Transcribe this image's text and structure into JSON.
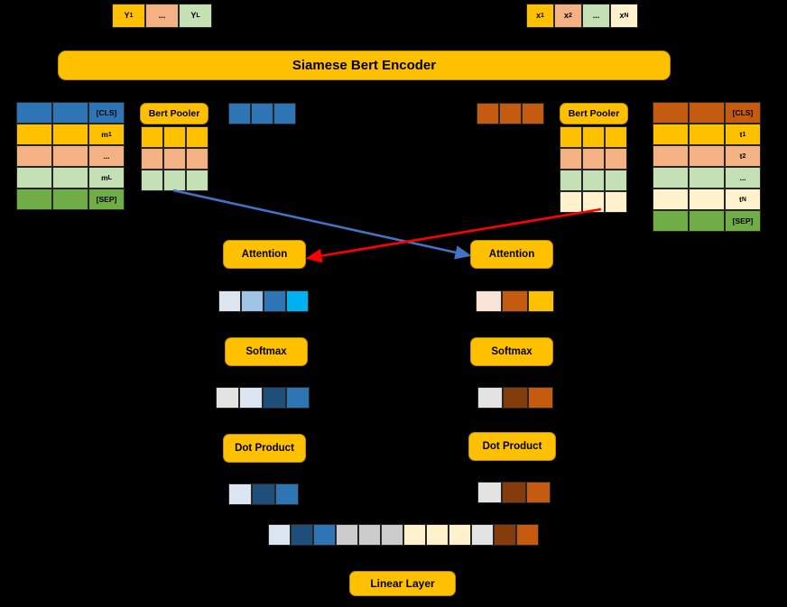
{
  "diagram": {
    "title": "Siamese Bert Encoder attention architecture",
    "colors": {
      "gold": "#FFC000",
      "gold_border": "#BF8F00",
      "blue": "#2E75B6",
      "dark_orange": "#C55A11",
      "peach": "#F4B183",
      "light_green": "#C5E0B4",
      "green": "#70AD47",
      "cream": "#FFF2CC",
      "blue_arrow": "#4472C4",
      "red_arrow": "#FF0000",
      "background": "#000000"
    },
    "top_sequences": {
      "left": {
        "name": "summary-token-sequence",
        "cells": [
          {
            "label": "Y",
            "sub": "1",
            "color": "#FFC000"
          },
          {
            "label": "...",
            "sub": "",
            "color": "#F4B183"
          },
          {
            "label": "Y",
            "sub": "L",
            "color": "#C5E0B4"
          }
        ]
      },
      "right": {
        "name": "input-token-sequence",
        "cells": [
          {
            "label": "x",
            "sub": "1",
            "color": "#FFC000"
          },
          {
            "label": "x",
            "sub": "2",
            "color": "#F4B183"
          },
          {
            "label": "...",
            "sub": "",
            "color": "#C5E0B4"
          },
          {
            "label": "x",
            "sub": "N",
            "color": "#FFF2CC"
          }
        ]
      }
    },
    "encoder": {
      "label": "Siamese Bert Encoder"
    },
    "pooler": {
      "left_label": "Bert Pooler",
      "right_label": "Bert Pooler"
    },
    "embedding_matrix_left": {
      "name": "left-embedding-matrix",
      "columns": 3,
      "rows": [
        {
          "label": "[CLS]",
          "sub": "",
          "color": "#2E75B6"
        },
        {
          "label": "m",
          "sub": "1",
          "color": "#FFC000"
        },
        {
          "label": "...",
          "sub": "",
          "color": "#F4B183"
        },
        {
          "label": "m",
          "sub": "L",
          "color": "#C5E0B4"
        },
        {
          "label": "[SEP]",
          "sub": "",
          "color": "#70AD47"
        }
      ]
    },
    "embedding_matrix_right": {
      "name": "right-embedding-matrix",
      "columns": 3,
      "rows": [
        {
          "label": "[CLS]",
          "sub": "",
          "color": "#C55A11"
        },
        {
          "label": "t",
          "sub": "1",
          "color": "#FFC000"
        },
        {
          "label": "t",
          "sub": "2",
          "color": "#F4B183"
        },
        {
          "label": "...",
          "sub": "",
          "color": "#C5E0B4"
        },
        {
          "label": "t",
          "sub": "N",
          "color": "#FFF2CC"
        },
        {
          "label": "[SEP]",
          "sub": "",
          "color": "#70AD47"
        }
      ]
    },
    "pooler_matrix_left": {
      "name": "left-pooler-matrix",
      "columns": 3,
      "rows": [
        {
          "color": "#FFC000"
        },
        {
          "color": "#F4B183"
        },
        {
          "color": "#C5E0B4"
        }
      ]
    },
    "pooler_matrix_right": {
      "name": "right-pooler-matrix",
      "columns": 3,
      "rows": [
        {
          "color": "#FFC000"
        },
        {
          "color": "#F4B183"
        },
        {
          "color": "#C5E0B4"
        },
        {
          "color": "#FFF2CC"
        }
      ]
    },
    "cls_vector_left": {
      "name": "left-cls-vector",
      "cells": [
        "#2E75B6",
        "#2E75B6",
        "#2E75B6"
      ]
    },
    "cls_vector_right": {
      "name": "right-cls-vector",
      "cells": [
        "#C55A11",
        "#C55A11",
        "#C55A11"
      ]
    },
    "attention": {
      "left_label": "Attention",
      "right_label": "Attention"
    },
    "attention_out_left": {
      "name": "left-attention-output",
      "cells": [
        "#DCE6F1",
        "#9DC3E6",
        "#2E75B6",
        "#00B0F0"
      ]
    },
    "attention_out_right": {
      "name": "right-attention-output",
      "cells": [
        "#F8E3D6",
        "#C55A11",
        "#FFC000"
      ]
    },
    "softmax": {
      "left_label": "Softmax",
      "right_label": "Softmax"
    },
    "softmax_out_left": {
      "name": "left-softmax-output",
      "cells": [
        "#E3E3E3",
        "#DCE6F1",
        "#1F4E79",
        "#2E75B6"
      ]
    },
    "softmax_out_right": {
      "name": "right-softmax-output",
      "cells": [
        "#E3E3E3",
        "#843C0C",
        "#C55A11"
      ]
    },
    "dot_product": {
      "left_label": "Dot Product",
      "right_label": "Dot Product"
    },
    "dot_out_left": {
      "name": "left-dot-product-output",
      "cells": [
        "#DCE6F1",
        "#1F4E79",
        "#2E75B6"
      ]
    },
    "dot_out_right": {
      "name": "right-dot-product-output",
      "cells": [
        "#E3E3E3",
        "#843C0C",
        "#C55A11"
      ]
    },
    "concat_vector": {
      "name": "concatenated-feature-vector",
      "cells": [
        "#DCE6F1",
        "#1F4E79",
        "#2E75B6",
        "#CCCCCC",
        "#CCCCCC",
        "#CCCCCC",
        "#FFF2CC",
        "#FFF2CC",
        "#FFF2CC",
        "#E3E3E3",
        "#843C0C",
        "#C55A11"
      ]
    },
    "linear_layer": {
      "label": "Linear Layer"
    },
    "cross_arrows": [
      {
        "name": "blue-cross-arrow",
        "color": "#4472C4",
        "from": "left-pooler-matrix",
        "to": "right-attention"
      },
      {
        "name": "red-cross-arrow",
        "color": "#FF0000",
        "from": "right-pooler-matrix",
        "to": "left-attention"
      }
    ]
  }
}
